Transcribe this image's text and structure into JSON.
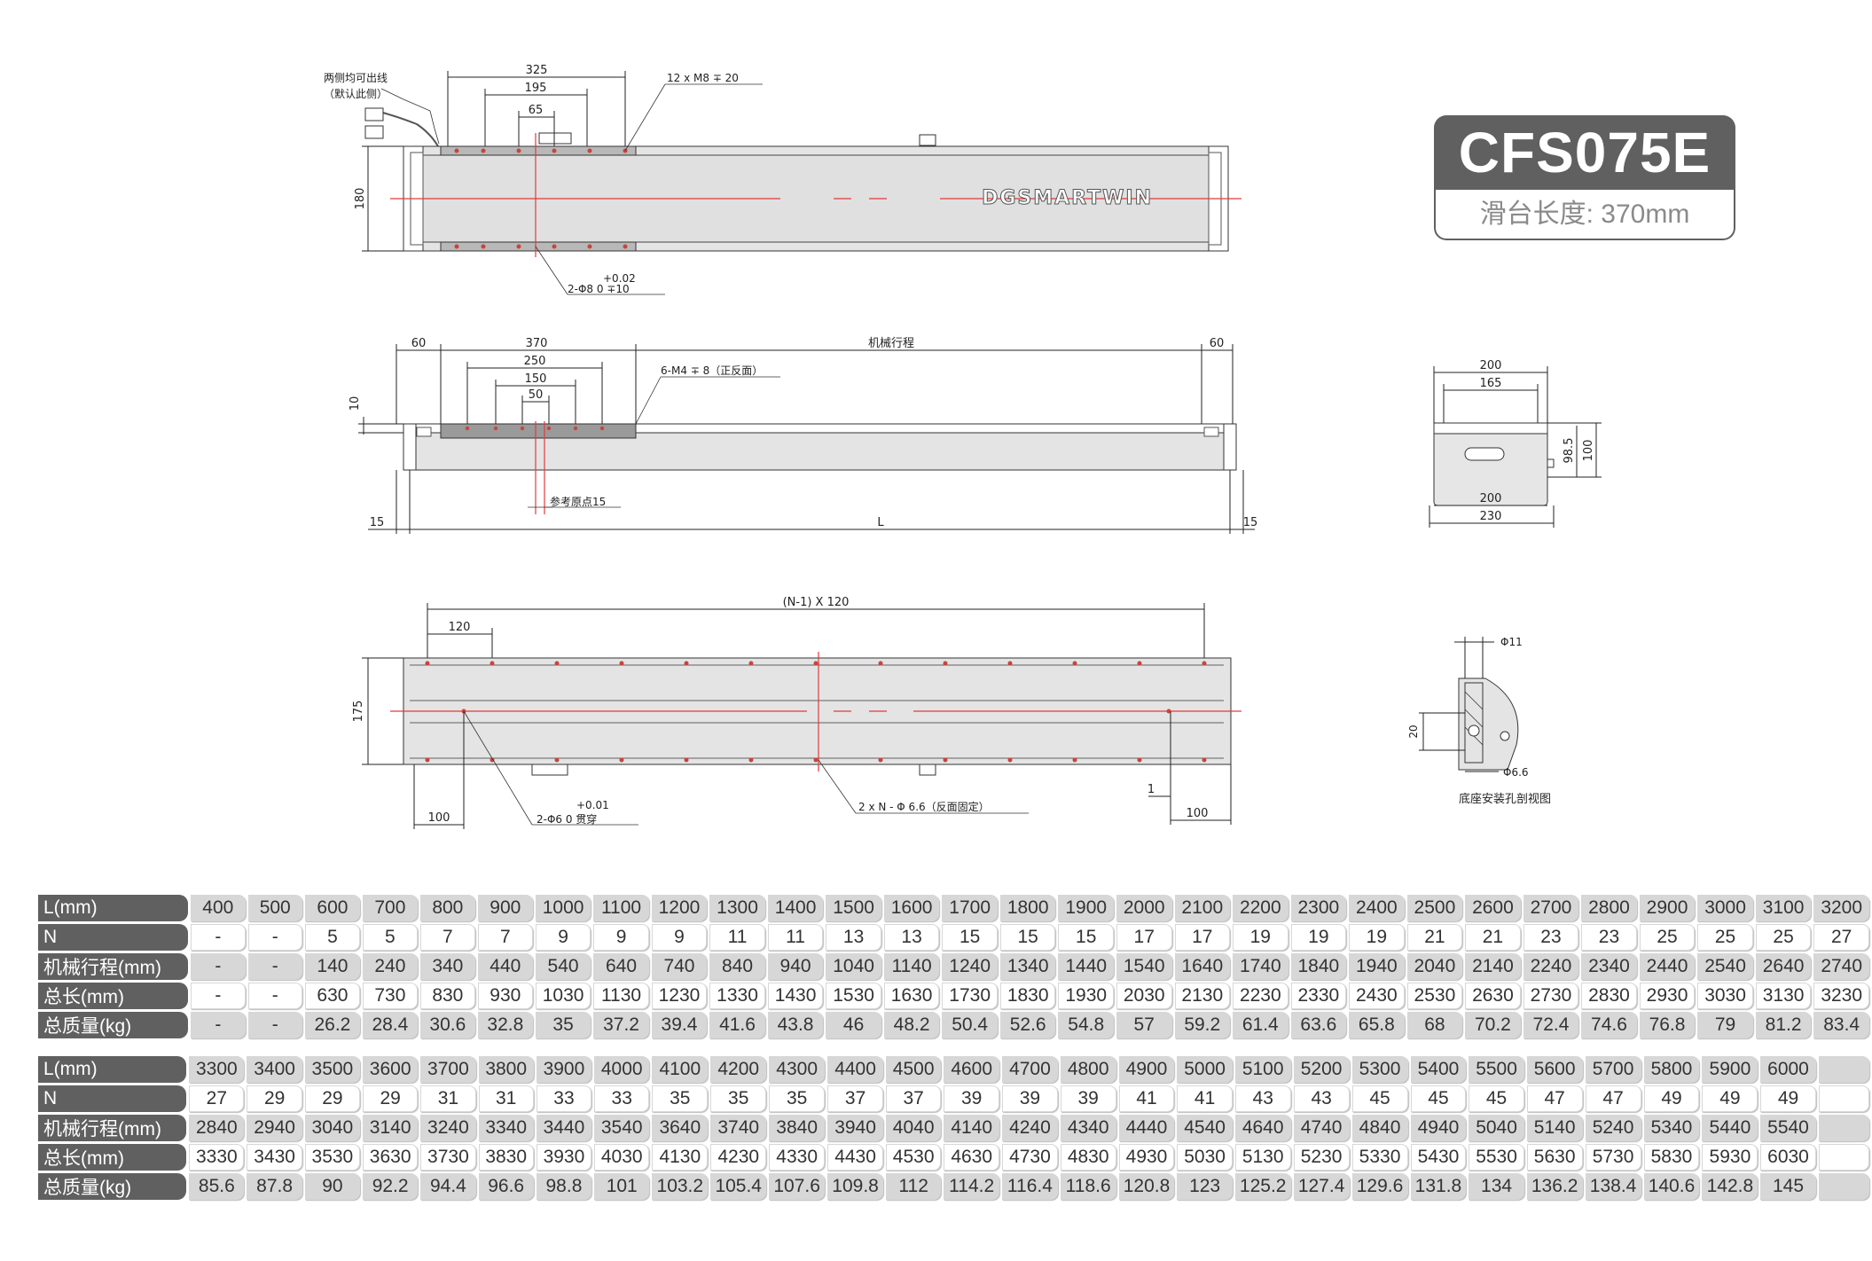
{
  "badge": {
    "model": "CFS075E",
    "subtitle": "滑台长度: 370mm"
  },
  "brand": "DGSMARTWIN",
  "top_view": {
    "note_line1": "两侧均可出线",
    "note_line2": "（默认此侧）",
    "dim_325": "325",
    "dim_195": "195",
    "dim_65": "65",
    "holes": "12 x M8 ∓ 20",
    "dim_180": "180",
    "pin_tol": "+0.02",
    "pin_spec": "2-Φ8  0   ∓10"
  },
  "side_view": {
    "dim_60_left": "60",
    "dim_370": "370",
    "dim_250": "250",
    "dim_150": "150",
    "dim_50": "50",
    "stroke_label": "机械行程",
    "dim_60_right": "60",
    "holes": "6-M4 ∓ 8（正反面）",
    "dim_10": "10",
    "ref_origin": "参考原点15",
    "dim_15_left": "15",
    "dim_L": "L",
    "dim_15_right": "15"
  },
  "bottom_view": {
    "pitch": "(N-1) X 120",
    "dim_120": "120",
    "dim_175": "175",
    "dim_100_left": "100",
    "pin_tol": "+0.01",
    "pin_spec": "2-Φ6  0     贯穿",
    "holes": "2 x N - Φ 6.6（反面固定）",
    "dim_1": "1",
    "dim_100_right": "100"
  },
  "end_view": {
    "dim_200_top": "200",
    "dim_165": "165",
    "dim_98_5": "98.5",
    "dim_100": "100",
    "dim_200_bot": "200",
    "dim_230": "230"
  },
  "section_view": {
    "d11": "Φ11",
    "d20": "20",
    "d6_6": "Φ6.6",
    "caption": "底座安装孔剖视图"
  },
  "tables": [
    {
      "rows": [
        {
          "label": "L(mm)",
          "values": [
            "400",
            "500",
            "600",
            "700",
            "800",
            "900",
            "1000",
            "1100",
            "1200",
            "1300",
            "1400",
            "1500",
            "1600",
            "1700",
            "1800",
            "1900",
            "2000",
            "2100",
            "2200",
            "2300",
            "2400",
            "2500",
            "2600",
            "2700",
            "2800",
            "2900",
            "3000",
            "3100",
            "3200"
          ]
        },
        {
          "label": "N",
          "values": [
            "-",
            "-",
            "5",
            "5",
            "7",
            "7",
            "9",
            "9",
            "9",
            "11",
            "11",
            "13",
            "13",
            "15",
            "15",
            "15",
            "17",
            "17",
            "19",
            "19",
            "19",
            "21",
            "21",
            "23",
            "23",
            "25",
            "25",
            "25",
            "27"
          ]
        },
        {
          "label": "机械行程(mm)",
          "values": [
            "-",
            "-",
            "140",
            "240",
            "340",
            "440",
            "540",
            "640",
            "740",
            "840",
            "940",
            "1040",
            "1140",
            "1240",
            "1340",
            "1440",
            "1540",
            "1640",
            "1740",
            "1840",
            "1940",
            "2040",
            "2140",
            "2240",
            "2340",
            "2440",
            "2540",
            "2640",
            "2740"
          ]
        },
        {
          "label": "总长(mm)",
          "values": [
            "-",
            "-",
            "630",
            "730",
            "830",
            "930",
            "1030",
            "1130",
            "1230",
            "1330",
            "1430",
            "1530",
            "1630",
            "1730",
            "1830",
            "1930",
            "2030",
            "2130",
            "2230",
            "2330",
            "2430",
            "2530",
            "2630",
            "2730",
            "2830",
            "2930",
            "3030",
            "3130",
            "3230"
          ]
        },
        {
          "label": "总质量(kg)",
          "values": [
            "-",
            "-",
            "26.2",
            "28.4",
            "30.6",
            "32.8",
            "35",
            "37.2",
            "39.4",
            "41.6",
            "43.8",
            "46",
            "48.2",
            "50.4",
            "52.6",
            "54.8",
            "57",
            "59.2",
            "61.4",
            "63.6",
            "65.8",
            "68",
            "70.2",
            "72.4",
            "74.6",
            "76.8",
            "79",
            "81.2",
            "83.4"
          ]
        }
      ]
    },
    {
      "rows": [
        {
          "label": "L(mm)",
          "values": [
            "3300",
            "3400",
            "3500",
            "3600",
            "3700",
            "3800",
            "3900",
            "4000",
            "4100",
            "4200",
            "4300",
            "4400",
            "4500",
            "4600",
            "4700",
            "4800",
            "4900",
            "5000",
            "5100",
            "5200",
            "5300",
            "5400",
            "5500",
            "5600",
            "5700",
            "5800",
            "5900",
            "6000",
            ""
          ]
        },
        {
          "label": "N",
          "values": [
            "27",
            "29",
            "29",
            "29",
            "31",
            "31",
            "33",
            "33",
            "35",
            "35",
            "35",
            "37",
            "37",
            "39",
            "39",
            "39",
            "41",
            "41",
            "43",
            "43",
            "45",
            "45",
            "45",
            "47",
            "47",
            "49",
            "49",
            "49",
            ""
          ]
        },
        {
          "label": "机械行程(mm)",
          "values": [
            "2840",
            "2940",
            "3040",
            "3140",
            "3240",
            "3340",
            "3440",
            "3540",
            "3640",
            "3740",
            "3840",
            "3940",
            "4040",
            "4140",
            "4240",
            "4340",
            "4440",
            "4540",
            "4640",
            "4740",
            "4840",
            "4940",
            "5040",
            "5140",
            "5240",
            "5340",
            "5440",
            "5540",
            ""
          ]
        },
        {
          "label": "总长(mm)",
          "values": [
            "3330",
            "3430",
            "3530",
            "3630",
            "3730",
            "3830",
            "3930",
            "4030",
            "4130",
            "4230",
            "4330",
            "4430",
            "4530",
            "4630",
            "4730",
            "4830",
            "4930",
            "5030",
            "5130",
            "5230",
            "5330",
            "5430",
            "5530",
            "5630",
            "5730",
            "5830",
            "5930",
            "6030",
            ""
          ]
        },
        {
          "label": "总质量(kg)",
          "values": [
            "85.6",
            "87.8",
            "90",
            "92.2",
            "94.4",
            "96.6",
            "98.8",
            "101",
            "103.2",
            "105.4",
            "107.6",
            "109.8",
            "112",
            "114.2",
            "116.4",
            "118.6",
            "120.8",
            "123",
            "125.2",
            "127.4",
            "129.6",
            "131.8",
            "134",
            "136.2",
            "138.4",
            "140.6",
            "142.8",
            "145",
            ""
          ]
        }
      ]
    }
  ]
}
